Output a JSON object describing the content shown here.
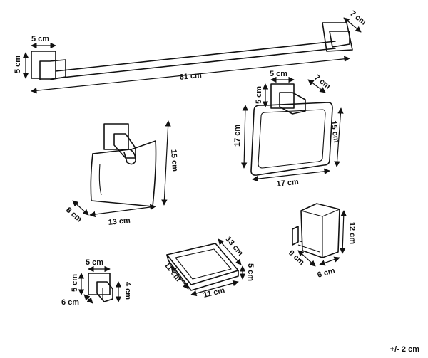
{
  "towel_bar": {
    "length": "61 cm",
    "mount_width": "5 cm",
    "mount_height": "5 cm",
    "depth": "7 cm"
  },
  "towel_ring": {
    "mount_width": "5 cm",
    "mount_height": "5 cm",
    "depth": "7 cm",
    "outer_width": "17 cm",
    "outer_height": "17 cm",
    "inner_height": "15 cm"
  },
  "paper_holder": {
    "height": "15 cm",
    "width": "13 cm",
    "depth": "8 cm"
  },
  "robe_hook": {
    "width": "5 cm",
    "height": "5 cm",
    "depth": "6 cm",
    "hook_height": "4 cm"
  },
  "soap_dish": {
    "length": "13 cm",
    "width": "11 cm",
    "depth": "11 cm",
    "height": "5 cm"
  },
  "tumbler_holder": {
    "height": "12 cm",
    "depth": "9 cm",
    "width": "6 cm"
  },
  "footer": {
    "tolerance": "+/- 2 cm"
  }
}
